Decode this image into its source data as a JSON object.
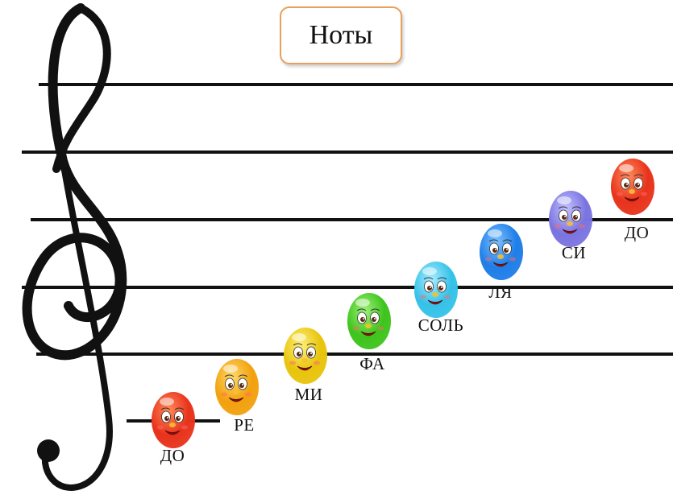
{
  "title": "Ноты",
  "clef_icon": "treble-clef-icon",
  "notes": [
    {
      "label": "ДО",
      "color": "#e8331c",
      "highlight": "#ff8a5a"
    },
    {
      "label": "РЕ",
      "color": "#f2a10e",
      "highlight": "#ffd86a"
    },
    {
      "label": "МИ",
      "color": "#e8c40c",
      "highlight": "#fff07a"
    },
    {
      "label": "ФА",
      "color": "#3ec41c",
      "highlight": "#9ef07a"
    },
    {
      "label": "СОЛЬ",
      "color": "#35c2e8",
      "highlight": "#a8ecff"
    },
    {
      "label": "ЛЯ",
      "color": "#1f7ee8",
      "highlight": "#7cc0ff"
    },
    {
      "label": "СИ",
      "color": "#7a74e0",
      "highlight": "#c4c0ff"
    },
    {
      "label": "ДО",
      "color": "#e8331c",
      "highlight": "#ff8a5a"
    }
  ]
}
